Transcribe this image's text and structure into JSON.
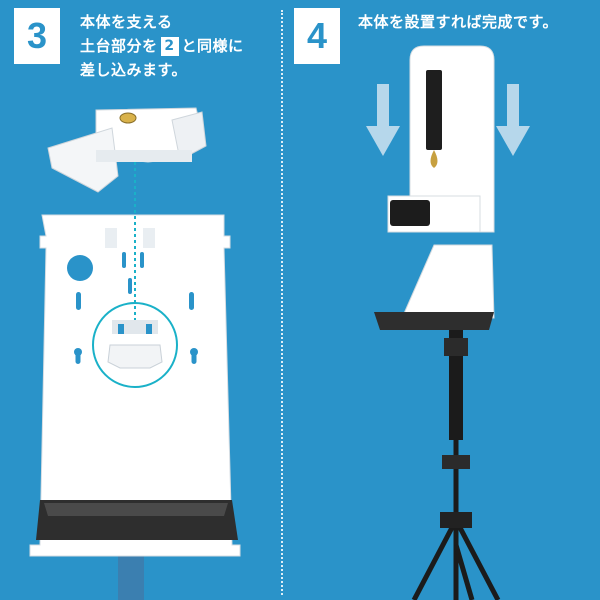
{
  "step3": {
    "number": "3",
    "caption_line1": "本体を支える",
    "caption_line2_pre": "土台部分を",
    "caption_badge": "2",
    "caption_line2_post": "と同様に",
    "caption_line3": "差し込みます。"
  },
  "step4": {
    "number": "4",
    "caption": "本体を設置すれば完成です。"
  },
  "colors": {
    "background": "#2a93c9",
    "accent": "#1ab1c8",
    "dark_tray": "#2e2e2e",
    "white": "#ffffff"
  }
}
